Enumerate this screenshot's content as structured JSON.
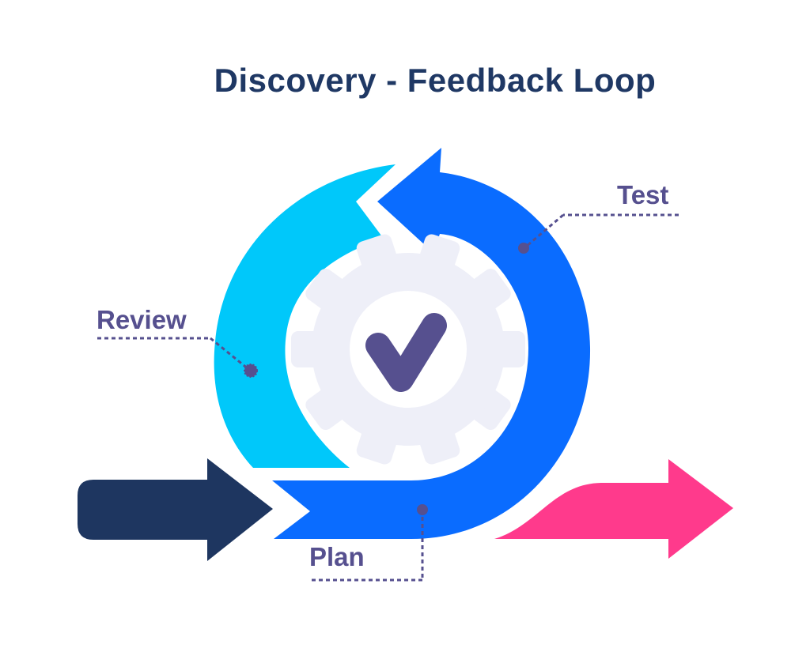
{
  "title": "Discovery - Feedback Loop",
  "stages": {
    "review": "Review",
    "test": "Test",
    "plan": "Plan"
  },
  "icons": {
    "center": "gear-icon",
    "check": "check-icon",
    "input": "arrow-right-icon",
    "output": "arrow-right-icon"
  },
  "colors": {
    "title": "#1f3864",
    "label": "#56508f",
    "review_arrow": "#00c8fa",
    "loop_arrow": "#0a6cff",
    "input_arrow": "#1e3660",
    "output_arrow": "#ff3a8c",
    "gear": "#eeeff8",
    "check": "#56508f"
  }
}
